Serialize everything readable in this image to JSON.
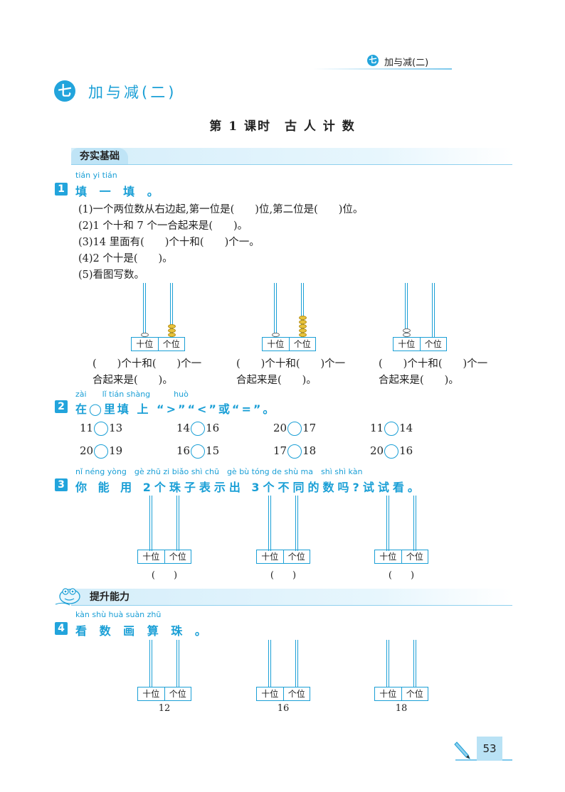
{
  "header": {
    "badge": "七",
    "text": "加与减(二)"
  },
  "chapter": {
    "badge": "七",
    "title": "加与减(二)"
  },
  "lesson_title": "第 1 课时　古 人 计 数",
  "section1": {
    "label": "夯实基础"
  },
  "section2": {
    "label": "提升能力"
  },
  "q1": {
    "num": "1",
    "pinyin": "tián yi tián",
    "title": "填 一 填 。",
    "items": [
      "(1)一个两位数从右边起,第一位是(　　)位,第二位是(　　)位。",
      "(2)1 个十和 7 个一合起来是(　　)。",
      "(3)14 里面有(　　)个十和(　　)个一。",
      "(4)2 个十是(　　)。",
      "(5)看图写数。"
    ],
    "abacus_labels": {
      "tens": "十位",
      "ones": "个位"
    },
    "answer_line1": "(　　)个十和(　　)个一",
    "answer_line2": "合起来是(　　)。",
    "abacus_beads": [
      {
        "tens": 1,
        "ones": 3
      },
      {
        "tens": 1,
        "ones": 5
      },
      {
        "tens": 2,
        "ones": 0
      }
    ]
  },
  "q2": {
    "num": "2",
    "pinyin": "zài　　lǐ tián shàng　　　huò",
    "title": "在◯里填 上 “>”“<”或“=”。",
    "rows": [
      [
        [
          "11",
          "13"
        ],
        [
          "14",
          "16"
        ],
        [
          "20",
          "17"
        ],
        [
          "11",
          "14"
        ]
      ],
      [
        [
          "20",
          "19"
        ],
        [
          "16",
          "15"
        ],
        [
          "17",
          "18"
        ],
        [
          "20",
          "16"
        ]
      ]
    ]
  },
  "q3": {
    "num": "3",
    "pinyin": "nǐ néng yòng　gè zhū zi biǎo shì chū　gè bù tóng de shù ma　shì shì kàn",
    "title": "你 能 用 2个珠子表示出 3个不同的数吗?试试看。",
    "blank": "(　　)"
  },
  "q4": {
    "num": "4",
    "pinyin": "kàn shù huà suàn zhū",
    "title": "看 数 画 算 珠 。",
    "numbers": [
      "12",
      "16",
      "18"
    ]
  },
  "page_number": "53"
}
